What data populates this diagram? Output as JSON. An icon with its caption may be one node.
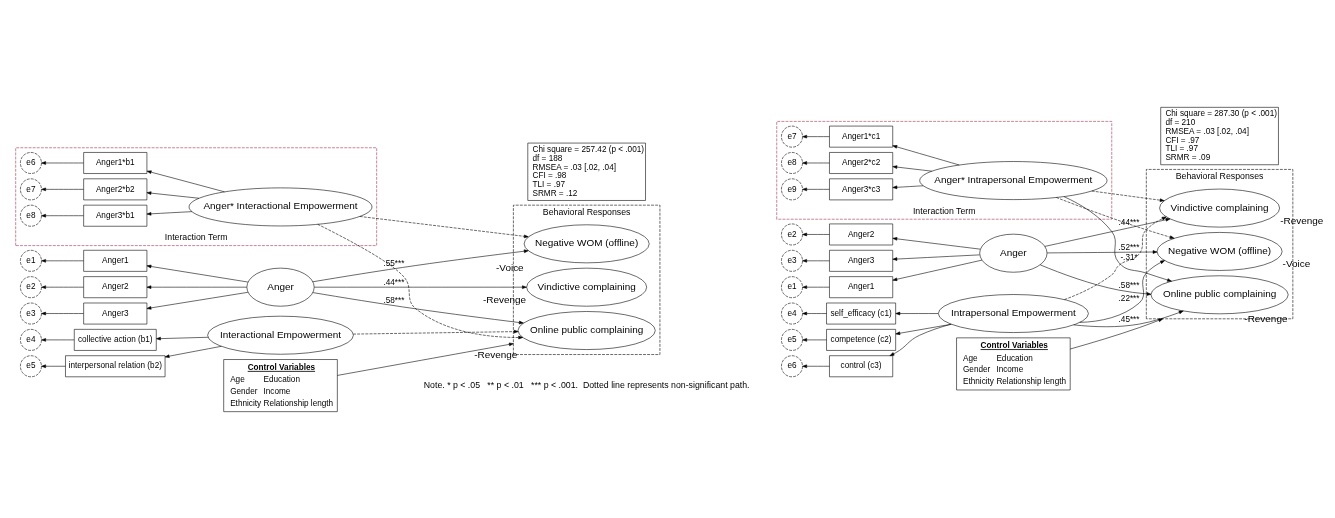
{
  "diagram": {
    "nodes": [
      {
        "text": [
          "Behavioral Responses"
        ]
      },
      {
        "text": [
          "Negative WOM (offline)"
        ],
        "in": 0,
        "beside": [
          "-Voice"
        ]
      },
      {
        "text": [
          "Online public complaining"
        ],
        "in": 0,
        "beside": [
          "-Revenge"
        ]
      },
      {
        "text": [
          "Vindictive complaining"
        ],
        "in": 0,
        "beside": [
          "-Revenge"
        ]
      },
      {
        "text": [
          "Interaction Term"
        ]
      },
      {
        "text": [
          "e1"
        ]
      },
      {
        "text": [
          "Anger1"
        ]
      },
      {
        "text": [
          "e2"
        ]
      },
      {
        "text": [
          "Anger2"
        ]
      },
      {
        "text": [
          "e3"
        ]
      },
      {
        "text": [
          "Anger3"
        ]
      },
      {
        "text": [
          "Anger"
        ]
      },
      {
        "text": [
          "e4"
        ]
      },
      {
        "text": [
          "collective action (b1)"
        ]
      },
      {
        "text": [
          "e5"
        ]
      },
      {
        "text": [
          "interpersonal relation (b2)"
        ]
      },
      {
        "text": [
          "Interactional Empowerment"
        ]
      },
      {
        "text": [
          "e6"
        ],
        "in": 4
      },
      {
        "text": [
          "Anger1*b1"
        ],
        "in": 4
      },
      {
        "text": [
          "e7"
        ],
        "in": 4
      },
      {
        "text": [
          "Anger2*b2"
        ],
        "in": 4
      },
      {
        "text": [
          "e8"
        ],
        "in": 4
      },
      {
        "text": [
          "Anger3*b1"
        ],
        "in": 4
      },
      {
        "text": [
          "Anger* Interactional Empowerment"
        ],
        "in": 4
      },
      {
        "text": [
          "Control Variables",
          "Age",
          "Gender",
          "Ethnicity",
          "Education",
          "Income",
          "Relationship length"
        ]
      },
      {
        "text": [
          "Chi square = 257.42 (p < .001)",
          "df = 188",
          "RMSEA = .03 [.02, .04]",
          "CFI = .98",
          "TLI = .97",
          "SRMR = .12"
        ]
      },
      {
        "text": [
          "Behavioral Responses"
        ]
      },
      {
        "text": [
          "Negative WOM (offline)"
        ],
        "in": 26,
        "beside": [
          "-Voice"
        ]
      },
      {
        "text": [
          "Online public complaining"
        ],
        "in": 26,
        "beside": [
          "-Revenge"
        ]
      },
      {
        "text": [
          "Vindictive complaining"
        ],
        "in": 26,
        "beside": [
          "-Revenge"
        ]
      },
      {
        "text": [
          "Interaction Term"
        ]
      },
      {
        "text": [
          "e1"
        ]
      },
      {
        "text": [
          "Anger1"
        ]
      },
      {
        "text": [
          "e2"
        ]
      },
      {
        "text": [
          "Anger2"
        ]
      },
      {
        "text": [
          "e3"
        ]
      },
      {
        "text": [
          "Anger3"
        ]
      },
      {
        "text": [
          "Anger"
        ]
      },
      {
        "text": [
          "e4"
        ]
      },
      {
        "text": [
          "self_efficacy (c1)"
        ]
      },
      {
        "text": [
          "e5"
        ]
      },
      {
        "text": [
          "competence (c2)"
        ]
      },
      {
        "text": [
          "e6"
        ]
      },
      {
        "text": [
          "control (c3)"
        ]
      },
      {
        "text": [
          "Intrapersonal Empowerment"
        ]
      },
      {
        "text": [
          "e7"
        ],
        "in": 30
      },
      {
        "text": [
          "Anger1*c1"
        ],
        "in": 30
      },
      {
        "text": [
          "e8"
        ],
        "in": 30
      },
      {
        "text": [
          "Anger2*c2"
        ],
        "in": 30
      },
      {
        "text": [
          "e9"
        ],
        "in": 30
      },
      {
        "text": [
          "Anger3*c3"
        ],
        "in": 30
      },
      {
        "text": [
          "Anger* Intrapersonal Empowerment"
        ],
        "in": 30
      },
      {
        "text": [
          "Control Variables",
          "Age",
          "Gender",
          "Ethnicity",
          "Education",
          "Income",
          "Relationship length"
        ]
      },
      {
        "text": [
          "Chi square = 287.30 (p < .001)",
          "df = 210",
          "RMSEA = .03 [.02, .04]",
          "CFI = .97",
          "TLI = .97",
          "SRMR = .09"
        ]
      }
    ],
    "edges": [
      {
        "from": 11,
        "to": 6,
        "arrow": "to"
      },
      {
        "from": 11,
        "to": 8,
        "arrow": "to"
      },
      {
        "from": 11,
        "to": 10,
        "arrow": "to"
      },
      {
        "from": 6,
        "to": 5,
        "arrow": "to"
      },
      {
        "from": 8,
        "to": 7,
        "arrow": "to"
      },
      {
        "from": 10,
        "to": 9,
        "arrow": "to"
      },
      {
        "from": 11,
        "to": 1,
        "arrow": "to",
        "label": ".55***"
      },
      {
        "from": 11,
        "to": 2,
        "arrow": "to",
        "label": ".58***"
      },
      {
        "from": 11,
        "to": 3,
        "arrow": "to",
        "label": ".44***"
      },
      {
        "from": 16,
        "to": 13,
        "arrow": "to"
      },
      {
        "from": 16,
        "to": 15,
        "arrow": "to"
      },
      {
        "from": 13,
        "to": 12,
        "arrow": "to"
      },
      {
        "from": 15,
        "to": 14,
        "arrow": "to"
      },
      {
        "from": 16,
        "to": 2,
        "arrow": "to",
        "style": "dashed"
      },
      {
        "from": 23,
        "to": 18,
        "arrow": "to"
      },
      {
        "from": 23,
        "to": 20,
        "arrow": "to"
      },
      {
        "from": 23,
        "to": 22,
        "arrow": "to"
      },
      {
        "from": 18,
        "to": 17,
        "arrow": "to"
      },
      {
        "from": 20,
        "to": 19,
        "arrow": "to"
      },
      {
        "from": 22,
        "to": 21,
        "arrow": "to"
      },
      {
        "from": 23,
        "to": 1,
        "arrow": "to",
        "style": "dashed"
      },
      {
        "from": 23,
        "to": 2,
        "arrow": "to",
        "style": "dashed"
      },
      {
        "from": 24,
        "to": 0,
        "arrow": "to"
      },
      {
        "from": 37,
        "to": 32,
        "arrow": "to"
      },
      {
        "from": 37,
        "to": 34,
        "arrow": "to"
      },
      {
        "from": 37,
        "to": 36,
        "arrow": "to"
      },
      {
        "from": 32,
        "to": 31,
        "arrow": "to"
      },
      {
        "from": 34,
        "to": 33,
        "arrow": "to"
      },
      {
        "from": 36,
        "to": 35,
        "arrow": "to"
      },
      {
        "from": 37,
        "to": 27,
        "arrow": "to",
        "label": ".52***"
      },
      {
        "from": 37,
        "to": 28,
        "arrow": "to",
        "label": ".58***"
      },
      {
        "from": 37,
        "to": 29,
        "arrow": "to",
        "label": ".44***"
      },
      {
        "from": 44,
        "to": 39,
        "arrow": "to"
      },
      {
        "from": 44,
        "to": 41,
        "arrow": "to"
      },
      {
        "from": 44,
        "to": 43,
        "arrow": "to"
      },
      {
        "from": 39,
        "to": 38,
        "arrow": "to"
      },
      {
        "from": 41,
        "to": 40,
        "arrow": "to"
      },
      {
        "from": 43,
        "to": 42,
        "arrow": "to"
      },
      {
        "from": 44,
        "to": 27,
        "arrow": "to",
        "label": ".22***"
      },
      {
        "from": 44,
        "to": 28,
        "arrow": "to",
        "label": ".45***"
      },
      {
        "from": 44,
        "to": 29,
        "arrow": "to",
        "style": "dashed"
      },
      {
        "from": 51,
        "to": 46,
        "arrow": "to"
      },
      {
        "from": 51,
        "to": 48,
        "arrow": "to"
      },
      {
        "from": 51,
        "to": 50,
        "arrow": "to"
      },
      {
        "from": 46,
        "to": 45,
        "arrow": "to"
      },
      {
        "from": 48,
        "to": 47,
        "arrow": "to"
      },
      {
        "from": 50,
        "to": 49,
        "arrow": "to"
      },
      {
        "from": 51,
        "to": 27,
        "arrow": "to",
        "style": "dashed"
      },
      {
        "from": 51,
        "to": 28,
        "arrow": "to",
        "label": "-.31*"
      },
      {
        "from": 51,
        "to": 29,
        "arrow": "to",
        "style": "dashed"
      },
      {
        "from": 52,
        "to": 26,
        "arrow": "to"
      }
    ],
    "labels": [
      "Note. * p < .05   ** p < .01   *** p < .001.  Dotted line represents non-significant path."
    ]
  }
}
